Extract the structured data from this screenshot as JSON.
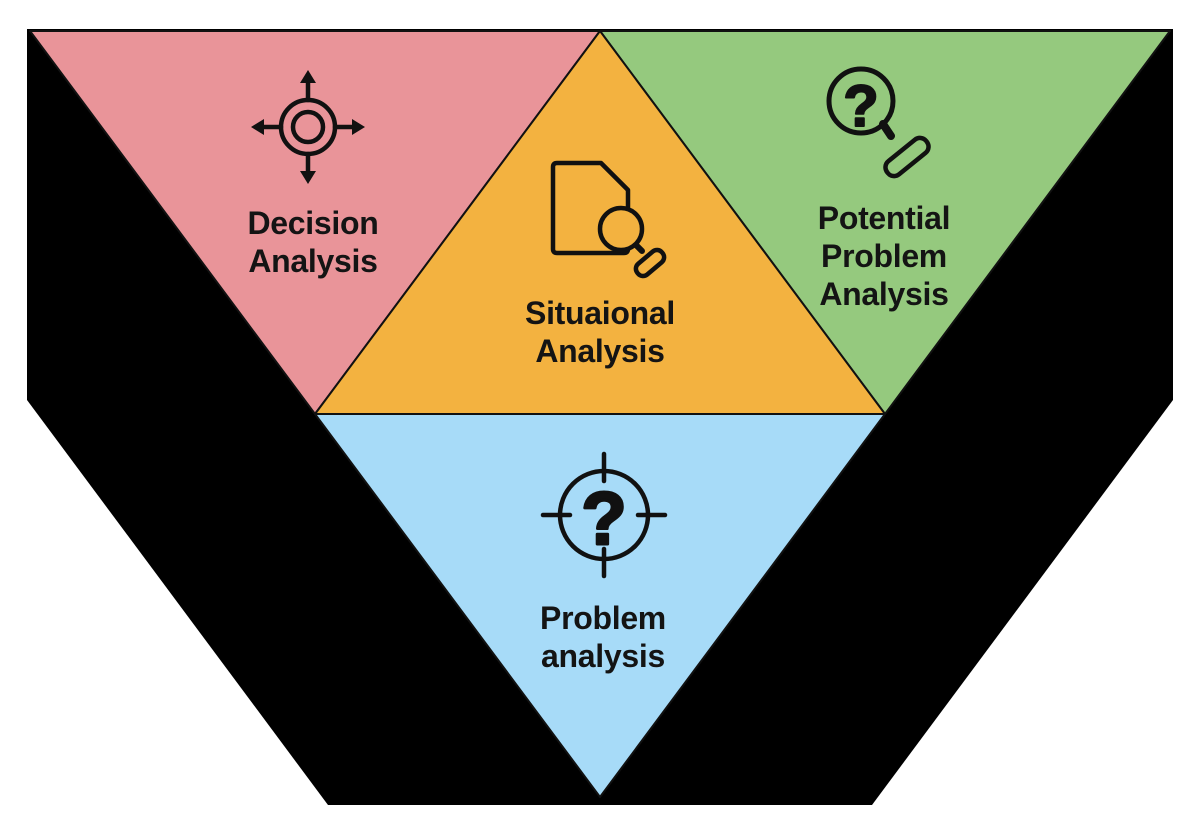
{
  "diagram": {
    "type": "inverted-pyramid-v",
    "background_color": "#ffffff",
    "v_shape_color": "#000000",
    "outline_color": "#111111",
    "text_color": "#141414",
    "sections": {
      "decision": {
        "label_lines": [
          "Decision",
          "Analysis"
        ],
        "color": "#E99499",
        "icon": "move-arrows-icon"
      },
      "situational": {
        "label_lines": [
          "Situaional",
          "Analysis"
        ],
        "color": "#F3B240",
        "icon": "document-magnifier-icon"
      },
      "potential": {
        "label_lines": [
          "Potential",
          "Problem",
          "Analysis"
        ],
        "color": "#95C97E",
        "icon": "magnifier-question-icon",
        "question_mark": "?"
      },
      "problem": {
        "label_lines": [
          "Problem",
          "analysis"
        ],
        "color": "#A7DBF8",
        "icon": "target-question-icon",
        "question_mark": "?"
      }
    }
  }
}
